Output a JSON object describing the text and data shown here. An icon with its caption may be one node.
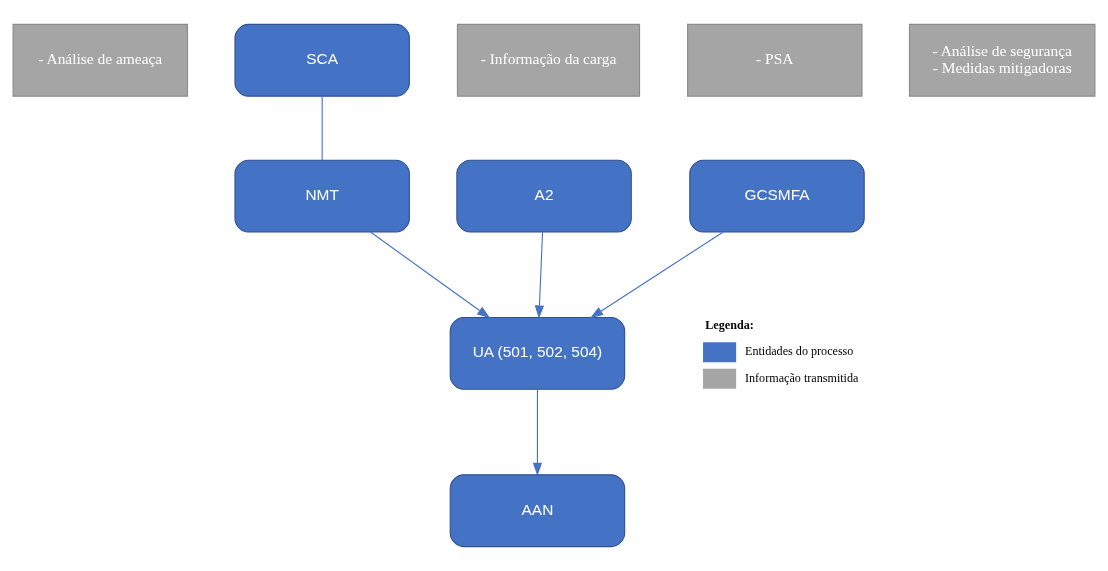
{
  "diagram": {
    "nodes": [
      {
        "text": [
          "- Análise de ameaça"
        ]
      },
      {
        "text": [
          "UA (501, 502, 504)"
        ]
      },
      {
        "text": [
          "- Informação da carga"
        ]
      },
      {
        "text": [
          "NMT"
        ]
      },
      {
        "text": [
          "A2"
        ]
      },
      {
        "text": [
          "SCA"
        ]
      },
      {
        "text": [
          "- PSA"
        ]
      },
      {
        "text": [
          "- Análise de segurança",
          "- Medidas mitigadoras"
        ]
      },
      {
        "text": [
          "GCSMFA"
        ]
      },
      {
        "text": [
          "AAN"
        ]
      }
    ],
    "edges": [
      {
        "from": 4,
        "to": 1,
        "arrow": "to"
      },
      {
        "from": 3,
        "to": 1,
        "arrow": "to"
      },
      {
        "from": 5,
        "to": 3,
        "arrow": "none"
      },
      {
        "from": 8,
        "to": 1,
        "arrow": "to"
      },
      {
        "from": 1,
        "to": 9,
        "arrow": "to"
      }
    ],
    "labels": [
      "Legenda:"
    ],
    "legend": [
      {
        "text": "Entidades do processo",
        "color": "#4472c4"
      },
      {
        "text": "Informação transmitida",
        "color": "#a5a5a5"
      }
    ]
  }
}
